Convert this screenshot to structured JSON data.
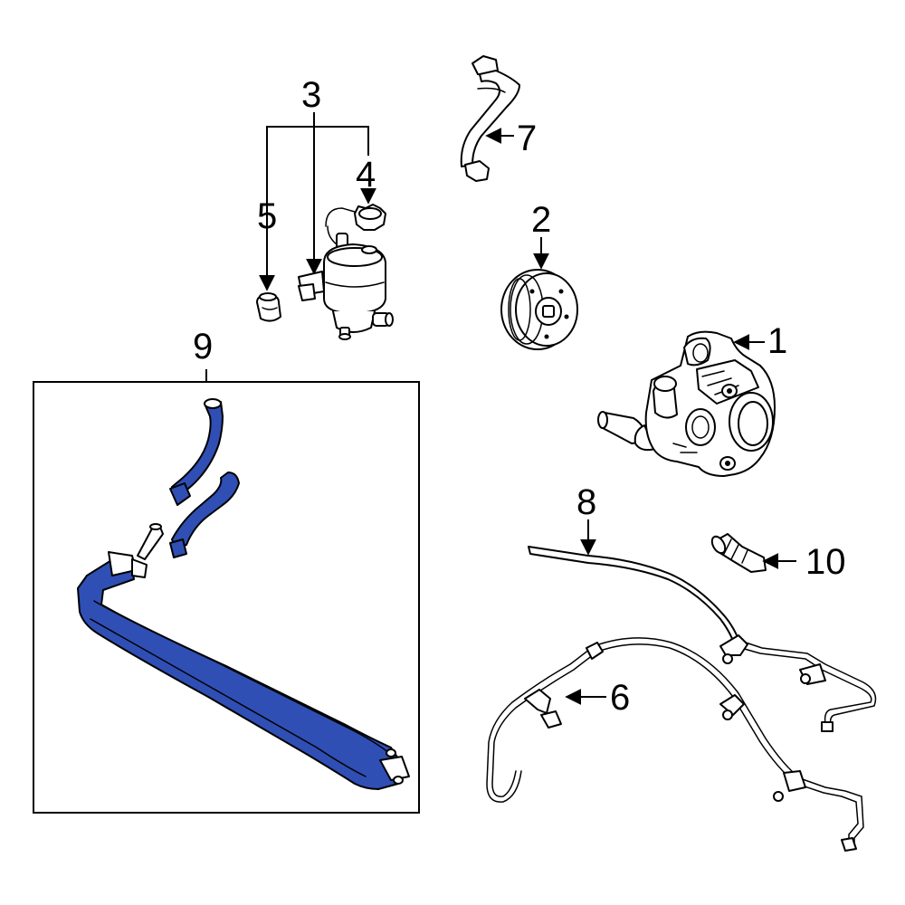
{
  "highlight_color": "#2f4fb5",
  "callouts": {
    "c1": "1",
    "c2": "2",
    "c3": "3",
    "c4": "4",
    "c5": "5",
    "c6": "6",
    "c7": "7",
    "c8": "8",
    "c9": "9",
    "c10": "10"
  }
}
